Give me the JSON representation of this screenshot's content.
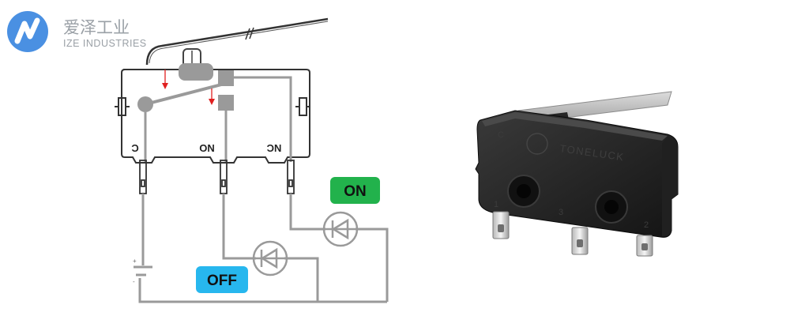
{
  "logo": {
    "name_cn": "爱泽工业",
    "name_en": "IZE INDUSTRIES",
    "color": "#4a90e2"
  },
  "diagram": {
    "terminals": {
      "common": "C",
      "normally_open": "NO",
      "normally_closed": "NC"
    },
    "battery_plus": "+",
    "battery_minus": "-",
    "on_label": "ON",
    "off_label": "OFF",
    "on_color": "#22b24c",
    "off_color": "#27b7ee",
    "arrow_color": "#e02020"
  },
  "product": {
    "brand": "TONELUCK",
    "pin_labels": [
      "1",
      "3",
      "2"
    ],
    "mark_top": "C"
  }
}
